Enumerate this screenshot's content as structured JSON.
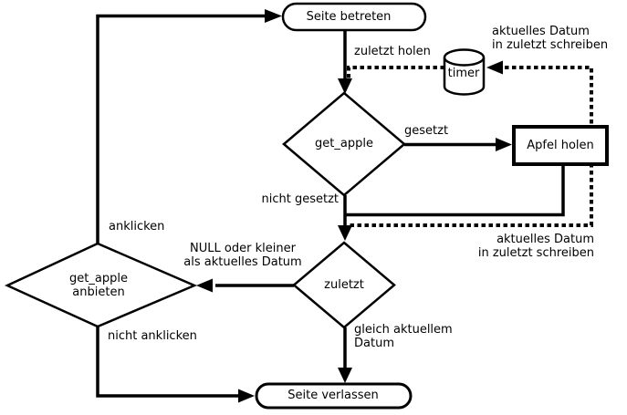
{
  "nodes": {
    "seite_betreten": "Seite betreten",
    "timer": "timer",
    "get_apple": "get_apple",
    "apfel_holen": "Apfel holen",
    "zuletzt": "zuletzt",
    "get_apple_anbieten": {
      "line1": "get_apple",
      "line2": "anbieten"
    },
    "seite_verlassen": "Seite verlassen"
  },
  "edge_labels": {
    "zuletzt_holen": "zuletzt holen",
    "datum_schreiben_top": {
      "line1": "aktuelles Datum",
      "line2": "in zuletzt schreiben"
    },
    "gesetzt": "gesetzt",
    "nicht_gesetzt": "nicht gesetzt",
    "datum_schreiben_bottom": {
      "line1": "aktuelles Datum",
      "line2": "in zuletzt schreiben"
    },
    "anklicken": "anklicken",
    "null_kleiner": {
      "line1": "NULL oder kleiner",
      "line2": "als aktuelles Datum"
    },
    "gleich_datum": {
      "line1": "gleich aktuellem",
      "line2": "Datum"
    },
    "nicht_anklicken": "nicht anklicken"
  },
  "colors": {
    "stroke": "#000000",
    "background": "#ffffff",
    "text": "#000000"
  }
}
